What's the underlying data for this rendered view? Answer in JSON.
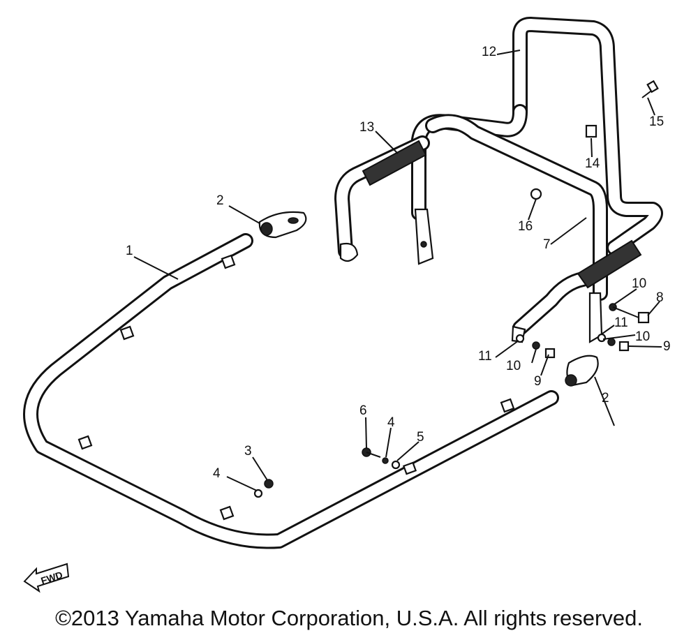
{
  "callouts": {
    "c1": "1",
    "c2a": "2",
    "c2b": "2",
    "c3": "3",
    "c4a": "4",
    "c4b": "4",
    "c5": "5",
    "c6": "6",
    "c7": "7",
    "c8": "8",
    "c9a": "9",
    "c9b": "9",
    "c10a": "10",
    "c10b": "10",
    "c10c": "10",
    "c11a": "11",
    "c11b": "11",
    "c12": "12",
    "c13": "13",
    "c14": "14",
    "c15": "15",
    "c16": "16"
  },
  "fwd_label": "FWD",
  "copyright": "©2013 Yamaha Motor Corporation, U.S.A. All rights reserved."
}
